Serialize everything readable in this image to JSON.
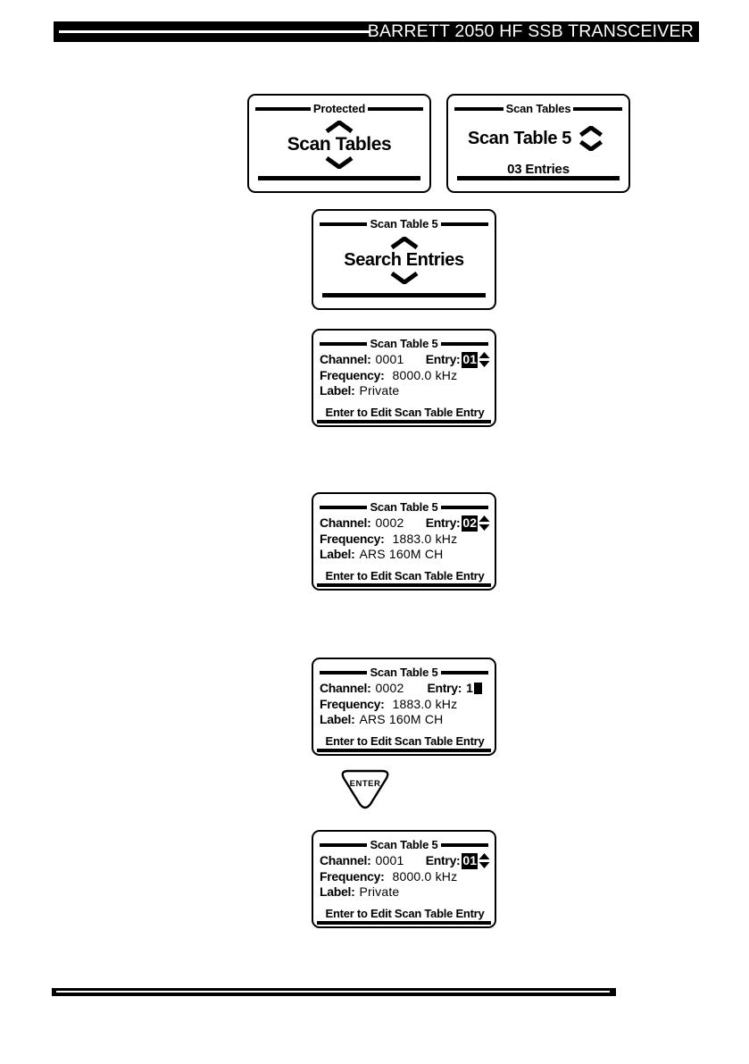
{
  "colors": {
    "ink": "#000000",
    "paper": "#ffffff"
  },
  "header": {
    "title": "BARRETT 2050 HF SSB TRANSCEIVER"
  },
  "screens": {
    "protected": {
      "title": "Protected",
      "center": "Scan Tables"
    },
    "scan_tables": {
      "title": "Scan Tables",
      "center": "Scan Table 5",
      "subtitle": "03 Entries"
    },
    "search_entries": {
      "title": "Scan Table 5",
      "center": "Search Entries"
    },
    "entry_view_1": {
      "title": "Scan Table 5",
      "channel_label": "Channel:",
      "channel_value": "0001",
      "entry_label": "Entry:",
      "entry_value": "01",
      "frequency_label": "Frequency:",
      "frequency_value": "8000.0 kHz",
      "label_label": "Label:",
      "label_value": "Private",
      "hint": "Enter to Edit Scan Table Entry"
    },
    "entry_view_2": {
      "title": "Scan Table 5",
      "channel_label": "Channel:",
      "channel_value": "0002",
      "entry_label": "Entry:",
      "entry_value": "02",
      "frequency_label": "Frequency:",
      "frequency_value": "1883.0 kHz",
      "label_label": "Label:",
      "label_value": "ARS 160M CH",
      "hint": "Enter to Edit Scan Table Entry"
    },
    "entry_edit": {
      "title": "Scan Table 5",
      "channel_label": "Channel:",
      "channel_value": "0002",
      "entry_label": "Entry:",
      "entry_value": "1",
      "frequency_label": "Frequency:",
      "frequency_value": "1883.0 kHz",
      "label_label": "Label:",
      "label_value": "ARS 160M CH",
      "hint": "Enter to Edit Scan Table Entry"
    },
    "entry_view_3": {
      "title": "Scan Table 5",
      "channel_label": "Channel:",
      "channel_value": "0001",
      "entry_label": "Entry:",
      "entry_value": "01",
      "frequency_label": "Frequency:",
      "frequency_value": "8000.0 kHz",
      "label_label": "Label:",
      "label_value": "Private",
      "hint": "Enter to Edit Scan Table Entry"
    }
  },
  "enter_key": {
    "label": "ENTER"
  },
  "icons": {
    "chevron_up": "thick up chevron",
    "chevron_down": "thick down chevron",
    "entry_spinner": "up/down filled triangle spinner",
    "edit_cursor": "solid block cursor"
  }
}
